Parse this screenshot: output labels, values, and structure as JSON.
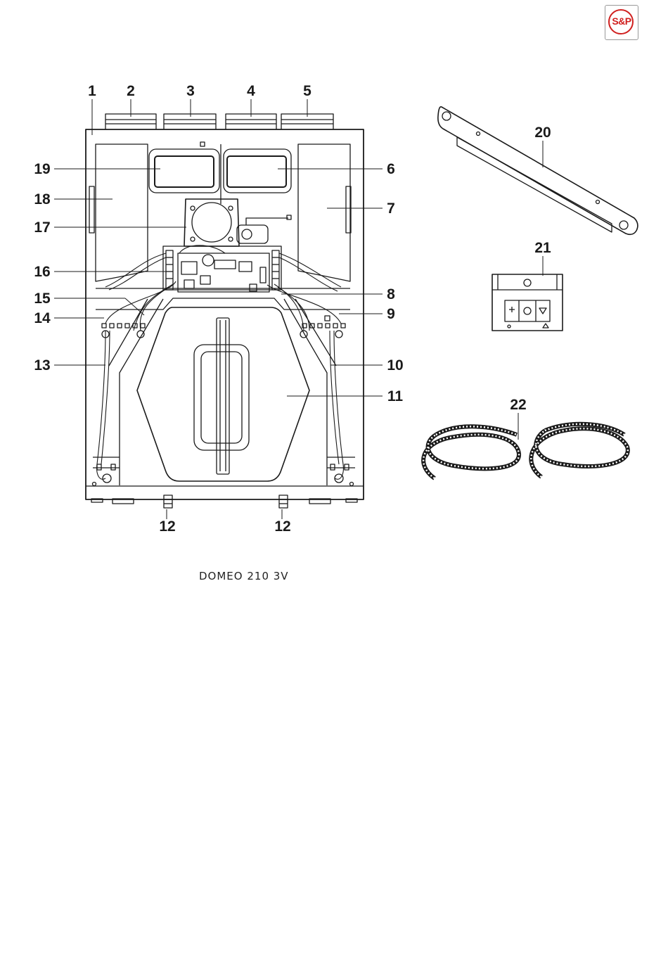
{
  "brand": {
    "logo_text": "S&P",
    "color": "#d0201f"
  },
  "caption": "DOMEO 210 3V",
  "part_labels": [
    {
      "id": "1",
      "text": "1"
    },
    {
      "id": "2",
      "text": "2"
    },
    {
      "id": "3",
      "text": "3"
    },
    {
      "id": "4",
      "text": "4"
    },
    {
      "id": "5",
      "text": "5"
    },
    {
      "id": "6",
      "text": "6"
    },
    {
      "id": "7",
      "text": "7"
    },
    {
      "id": "8",
      "text": "8"
    },
    {
      "id": "9",
      "text": "9"
    },
    {
      "id": "10",
      "text": "10"
    },
    {
      "id": "11",
      "text": "11"
    },
    {
      "id": "12a",
      "text": "12"
    },
    {
      "id": "12b",
      "text": "12"
    },
    {
      "id": "13",
      "text": "13"
    },
    {
      "id": "14",
      "text": "14"
    },
    {
      "id": "15",
      "text": "15"
    },
    {
      "id": "16",
      "text": "16"
    },
    {
      "id": "17",
      "text": "17"
    },
    {
      "id": "18",
      "text": "18"
    },
    {
      "id": "19",
      "text": "19"
    },
    {
      "id": "20",
      "text": "20"
    },
    {
      "id": "21",
      "text": "21"
    },
    {
      "id": "22",
      "text": "22"
    }
  ]
}
